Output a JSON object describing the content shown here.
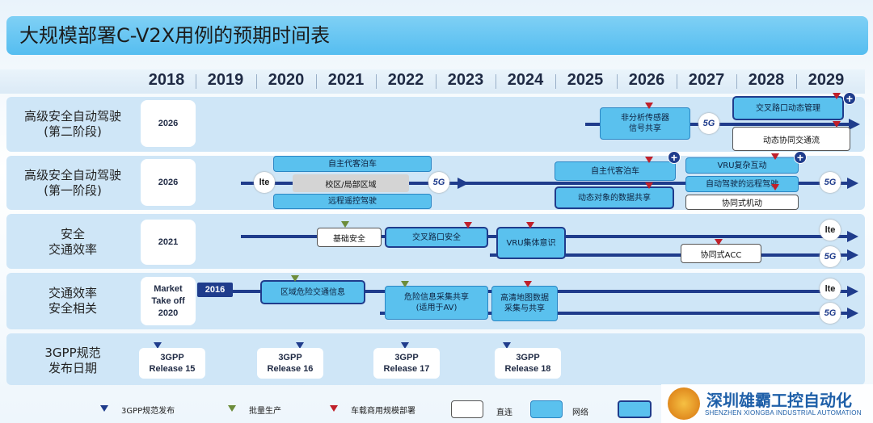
{
  "title": "大规模部署C-V2X用例的预期时间表",
  "years": [
    "2018",
    "2019",
    "2020",
    "2021",
    "2022",
    "2023",
    "2024",
    "2025",
    "2026",
    "2027",
    "2028",
    "2029"
  ],
  "rows": [
    {
      "label": "高级安全自动驾驶\n(第二阶段)",
      "year": "2026"
    },
    {
      "label": "高级安全自动驾驶\n(第一阶段)",
      "year": "2026"
    },
    {
      "label": "安全\n交通效率",
      "year": "2021"
    },
    {
      "label": "交通效率\n安全相关",
      "year": "Market\nTake off\n2020"
    },
    {
      "label": "3GPP规范\n发布日期",
      "year": ""
    }
  ],
  "row1": {
    "box_sensor": "非分析传感器\n信号共享",
    "box_intersection": "交叉路口动态管理",
    "box_coop": "动态协同交通流"
  },
  "row2": {
    "box_valet1": "自主代客泊车",
    "box_campus": "校区/局部区域",
    "box_remote": "远程遥控驾驶",
    "box_valet2": "自主代客泊车",
    "box_objects": "动态对象的数据共享",
    "box_vru": "VRU复杂互动",
    "box_remote2": "自动驾驶的远程驾驶",
    "box_coop_maneuver": "协同式机动"
  },
  "row3": {
    "box_basic": "基础安全",
    "box_crossing": "交叉路口安全",
    "box_vru": "VRU集体意识",
    "box_acc": "协同式ACC"
  },
  "row4": {
    "tag": "2016",
    "box_hazard": "区域危险交通信息",
    "box_sensing": "危险信息采集共享\n(适用于AV)",
    "box_map": "高清地图数据\n采集与共享"
  },
  "releases": [
    {
      "label": "3GPP",
      "rel": "Release 15"
    },
    {
      "label": "3GPP",
      "rel": "Release 16"
    },
    {
      "label": "3GPP",
      "rel": "Release 17"
    },
    {
      "label": "3GPP",
      "rel": "Release 18"
    }
  ],
  "badges": {
    "lte": "lte",
    "g5": "5G"
  },
  "legend": {
    "spec": "3GPP规范发布",
    "mass": "批量生产",
    "deploy": "车载商用规模部署",
    "direct": "直连",
    "network": "网络"
  },
  "watermark": {
    "cn": "深圳雄霸工控自动化",
    "en": "SHENZHEN XIONGBA INDUSTRIAL AUTOMATION"
  },
  "colors": {
    "title_bg": "#55bdf0",
    "line": "#1f3c8c",
    "net_box": "#5ac1ee",
    "red": "#c0202a",
    "green": "#6c8c3a",
    "watermark": "#1e5fa8"
  }
}
